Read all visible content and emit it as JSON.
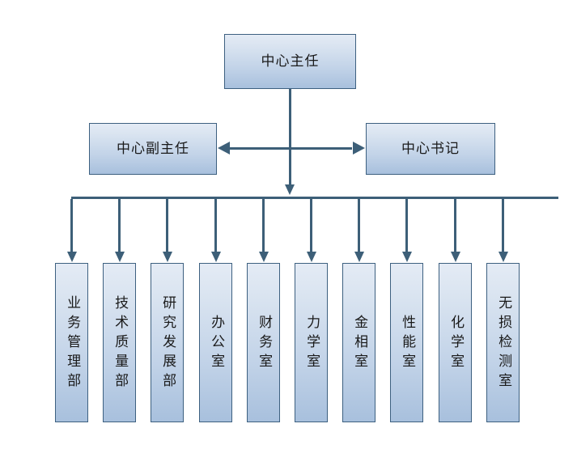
{
  "diagram": {
    "type": "org-chart",
    "title": "",
    "orientation": "top-down",
    "colors": {
      "box_border": "#3d6080",
      "box_fill_top": "#e4ebf5",
      "box_fill_bottom": "#a8c0dd",
      "connector": "#3d5f78",
      "background": "#ffffff",
      "text": "#1a1a1a"
    },
    "levels": {
      "level1": {
        "nodes": [
          {
            "id": "center-director",
            "label": "中心主任"
          }
        ]
      },
      "level2": {
        "nodes": [
          {
            "id": "deputy-center-director",
            "label": "中心副主任"
          },
          {
            "id": "center-secretary",
            "label": "中心书记"
          }
        ]
      },
      "level3": {
        "nodes": [
          {
            "id": "business-management-dept",
            "label": "业务管理部"
          },
          {
            "id": "technical-quality-dept",
            "label": "技术质量部"
          },
          {
            "id": "research-development-dept",
            "label": "研究发展部"
          },
          {
            "id": "office",
            "label": "办公室"
          },
          {
            "id": "finance-office",
            "label": "财务室"
          },
          {
            "id": "mechanics-lab",
            "label": "力学室"
          },
          {
            "id": "metallography-lab",
            "label": "金相室"
          },
          {
            "id": "performance-lab",
            "label": "性能室"
          },
          {
            "id": "chemistry-lab",
            "label": "化学室"
          },
          {
            "id": "ndt-lab",
            "label": "无损检测室"
          }
        ]
      }
    },
    "connectors": [
      {
        "id": "trunk-vertical",
        "from": "center-director",
        "to": "level3-bus",
        "style": "solid",
        "arrow": "end"
      },
      {
        "id": "peer-link",
        "from": "deputy-center-director",
        "to": "center-secretary",
        "style": "solid",
        "arrow": "both"
      },
      {
        "id": "bus-horizontal",
        "from": "trunk-vertical",
        "to": "level3",
        "style": "solid",
        "arrow": "none"
      }
    ]
  }
}
